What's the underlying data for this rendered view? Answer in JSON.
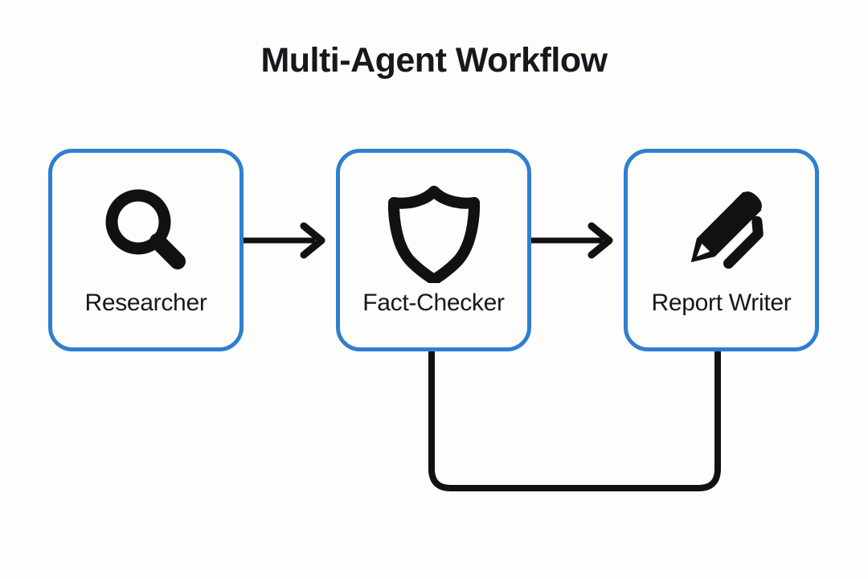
{
  "diagram": {
    "title": "Multi-Agent Workflow",
    "colors": {
      "background": "#fdfdfc",
      "card_border": "#2f7fd0",
      "text": "#16181c",
      "connector": "#111111",
      "icon": "#111111"
    },
    "nodes": [
      {
        "id": "researcher",
        "label": "Researcher",
        "icon": "magnifying-glass-icon"
      },
      {
        "id": "fact-checker",
        "label": "Fact-Checker",
        "icon": "shield-icon"
      },
      {
        "id": "report-writer",
        "label": "Report Writer",
        "icon": "pencil-icon"
      }
    ],
    "connectors": [
      {
        "id": "researcher-to-fact-checker",
        "type": "arrow",
        "from": "researcher",
        "to": "fact-checker",
        "direction": "right"
      },
      {
        "id": "fact-checker-to-report-writer",
        "type": "arrow",
        "from": "fact-checker",
        "to": "report-writer",
        "direction": "right"
      },
      {
        "id": "report-writer-to-fact-checker-feedback",
        "type": "loop",
        "from": "report-writer",
        "to": "fact-checker",
        "direction": "down-left-up"
      }
    ]
  }
}
